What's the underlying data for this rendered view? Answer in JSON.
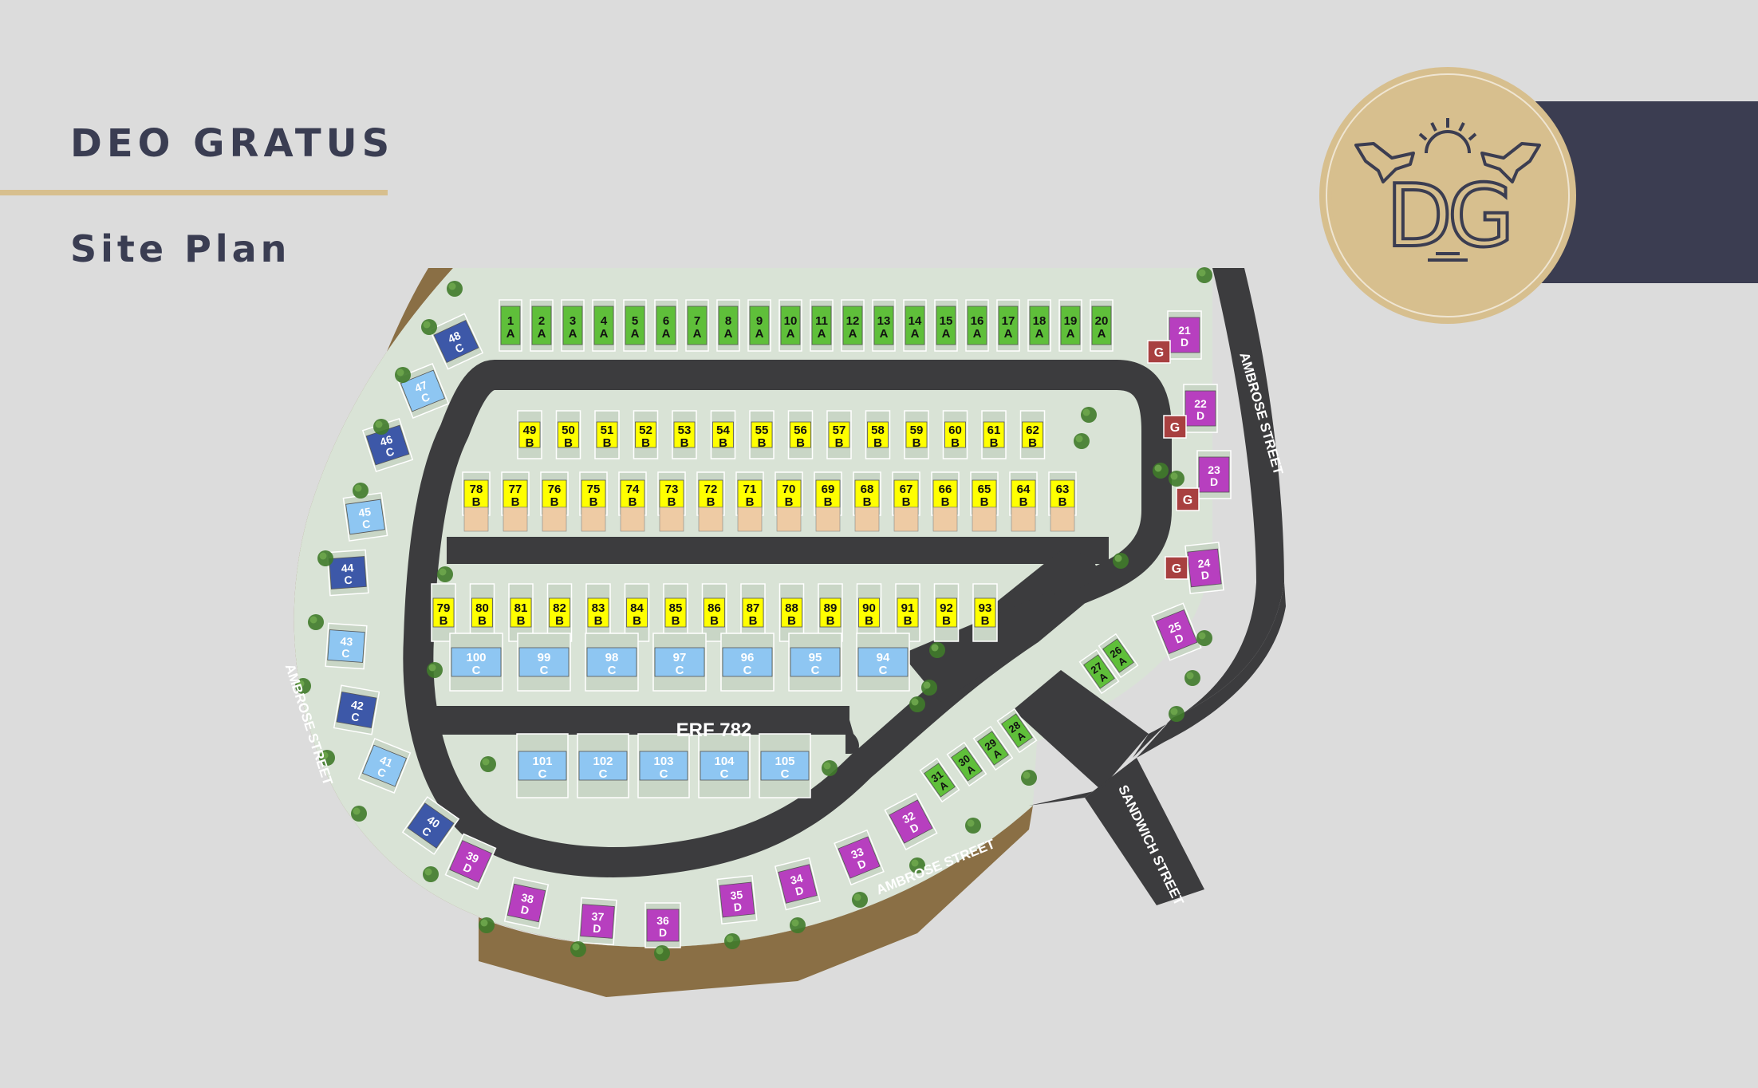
{
  "header": {
    "title": "DEO GRATUS",
    "subtitle": "Site Plan"
  },
  "logo": {
    "monogram": "DG",
    "icon": "doves-and-sun-emblem"
  },
  "colors": {
    "background": "#dcdcdc",
    "navy": "#3b3d51",
    "gold": "#d7bf8e",
    "road": "#3c3c3e",
    "ground": "#d9e3d6",
    "boundary": "#8a6f45",
    "typeA": "#5fbf3a",
    "typeB": "#ffff00",
    "typeC_light": "#8ec6f2",
    "typeC_dark": "#3d58a8",
    "typeD": "#b73fbf",
    "garage": "#a84040",
    "sand": "#eecba4",
    "tree": "#3f7a2a"
  },
  "map": {
    "erf_label": "ERF 782",
    "garage_label": "G",
    "streets": {
      "ambrose_west": "AMBROSE STREET",
      "ambrose_south": "AMBROSE STREET",
      "ambrose_east": "AMBROSE STREET",
      "sandwich": "SANDWICH STREET"
    },
    "rows": {
      "top_a": [
        [
          "1",
          "A"
        ],
        [
          "2",
          "A"
        ],
        [
          "3",
          "A"
        ],
        [
          "4",
          "A"
        ],
        [
          "5",
          "A"
        ],
        [
          "6",
          "A"
        ],
        [
          "7",
          "A"
        ],
        [
          "8",
          "A"
        ],
        [
          "9",
          "A"
        ],
        [
          "10",
          "A"
        ],
        [
          "11",
          "A"
        ],
        [
          "12",
          "A"
        ],
        [
          "13",
          "A"
        ],
        [
          "14",
          "A"
        ],
        [
          "15",
          "A"
        ],
        [
          "16",
          "A"
        ],
        [
          "17",
          "A"
        ],
        [
          "18",
          "A"
        ],
        [
          "19",
          "A"
        ],
        [
          "20",
          "A"
        ]
      ],
      "b_row1": [
        [
          "49",
          "B"
        ],
        [
          "50",
          "B"
        ],
        [
          "51",
          "B"
        ],
        [
          "52",
          "B"
        ],
        [
          "53",
          "B"
        ],
        [
          "54",
          "B"
        ],
        [
          "55",
          "B"
        ],
        [
          "56",
          "B"
        ],
        [
          "57",
          "B"
        ],
        [
          "58",
          "B"
        ],
        [
          "59",
          "B"
        ],
        [
          "60",
          "B"
        ],
        [
          "61",
          "B"
        ],
        [
          "62",
          "B"
        ]
      ],
      "b_row2": [
        [
          "78",
          "B"
        ],
        [
          "77",
          "B"
        ],
        [
          "76",
          "B"
        ],
        [
          "75",
          "B"
        ],
        [
          "74",
          "B"
        ],
        [
          "73",
          "B"
        ],
        [
          "72",
          "B"
        ],
        [
          "71",
          "B"
        ],
        [
          "70",
          "B"
        ],
        [
          "69",
          "B"
        ],
        [
          "68",
          "B"
        ],
        [
          "67",
          "B"
        ],
        [
          "66",
          "B"
        ],
        [
          "65",
          "B"
        ],
        [
          "64",
          "B"
        ],
        [
          "63",
          "B"
        ]
      ],
      "b_row3": [
        [
          "79",
          "B"
        ],
        [
          "80",
          "B"
        ],
        [
          "81",
          "B"
        ],
        [
          "82",
          "B"
        ],
        [
          "83",
          "B"
        ],
        [
          "84",
          "B"
        ],
        [
          "85",
          "B"
        ],
        [
          "86",
          "B"
        ],
        [
          "87",
          "B"
        ],
        [
          "88",
          "B"
        ],
        [
          "89",
          "B"
        ],
        [
          "90",
          "B"
        ],
        [
          "91",
          "B"
        ],
        [
          "92",
          "B"
        ],
        [
          "93",
          "B"
        ]
      ],
      "c_row1": [
        [
          "100",
          "C"
        ],
        [
          "99",
          "C"
        ],
        [
          "98",
          "C"
        ],
        [
          "97",
          "C"
        ],
        [
          "96",
          "C"
        ],
        [
          "95",
          "C"
        ],
        [
          "94",
          "C"
        ]
      ],
      "c_row2": [
        [
          "101",
          "C"
        ],
        [
          "102",
          "C"
        ],
        [
          "103",
          "C"
        ],
        [
          "104",
          "C"
        ],
        [
          "105",
          "C"
        ]
      ],
      "west_c": [
        [
          "48",
          "C"
        ],
        [
          "47",
          "C"
        ],
        [
          "46",
          "C"
        ],
        [
          "45",
          "C"
        ],
        [
          "44",
          "C"
        ],
        [
          "43",
          "C"
        ],
        [
          "42",
          "C"
        ],
        [
          "41",
          "C"
        ],
        [
          "40",
          "C"
        ]
      ],
      "east_d": [
        [
          "21",
          "D"
        ],
        [
          "22",
          "D"
        ],
        [
          "23",
          "D"
        ],
        [
          "24",
          "D"
        ],
        [
          "25",
          "D"
        ]
      ],
      "mid_a": [
        [
          "26",
          "A"
        ],
        [
          "27",
          "A"
        ]
      ],
      "south_a": [
        [
          "28",
          "A"
        ],
        [
          "29",
          "A"
        ],
        [
          "30",
          "A"
        ],
        [
          "31",
          "A"
        ]
      ],
      "south_d": [
        [
          "32",
          "D"
        ],
        [
          "33",
          "D"
        ],
        [
          "34",
          "D"
        ],
        [
          "35",
          "D"
        ],
        [
          "36",
          "D"
        ],
        [
          "37",
          "D"
        ],
        [
          "38",
          "D"
        ],
        [
          "39",
          "D"
        ]
      ]
    }
  }
}
